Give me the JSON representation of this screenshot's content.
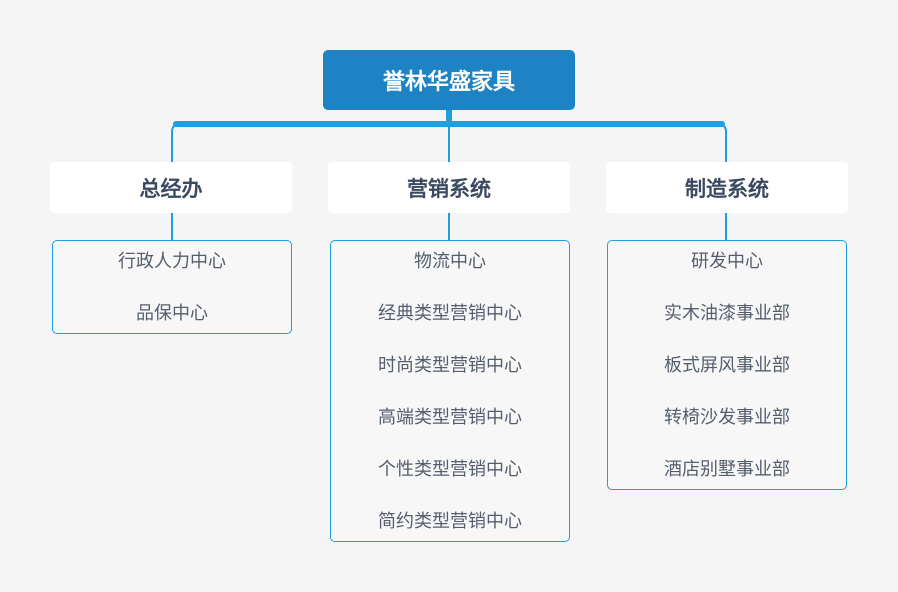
{
  "root": {
    "label": "誉林华盛家具"
  },
  "departments": [
    {
      "label": "总经办",
      "items": [
        "行政人力中心",
        "品保中心"
      ]
    },
    {
      "label": "营销系统",
      "items": [
        "物流中心",
        "经典类型营销中心",
        "时尚类型营销中心",
        "高端类型营销中心",
        "个性类型营销中心",
        "简约类型营销中心"
      ]
    },
    {
      "label": "制造系统",
      "items": [
        "研发中心",
        "实木油漆事业部",
        "板式屏风事业部",
        "转椅沙发事业部",
        "酒店别墅事业部"
      ]
    }
  ],
  "colors": {
    "root_fill": "#1d83c5",
    "connector": "#1d9fe0",
    "header_text": "#3b4a60",
    "item_text": "#555e6c",
    "background": "#f5f5f6"
  }
}
